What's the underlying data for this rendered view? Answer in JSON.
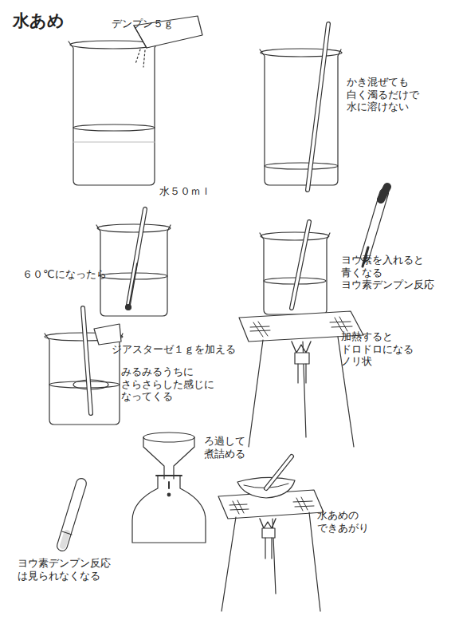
{
  "diagram": {
    "title": "水あめ",
    "labels": [
      "デンプン５ｇ",
      "かき混ぜても 白く濁るだけで 水に溶けない",
      "水５０ｍｌ",
      "６０℃になったら",
      "ヨウ素を入れると 青くなる ヨウ素デンプン反応",
      "加熱すると ドロドロになる ノリ状",
      "ジアスターゼ１ｇを加える",
      "みるみるうちに さらさらした感じに なってくる",
      "ろ過して 煮詰める",
      "水あめの できあがり",
      "ヨウ素デンプン反応 は見られなくなる"
    ]
  }
}
